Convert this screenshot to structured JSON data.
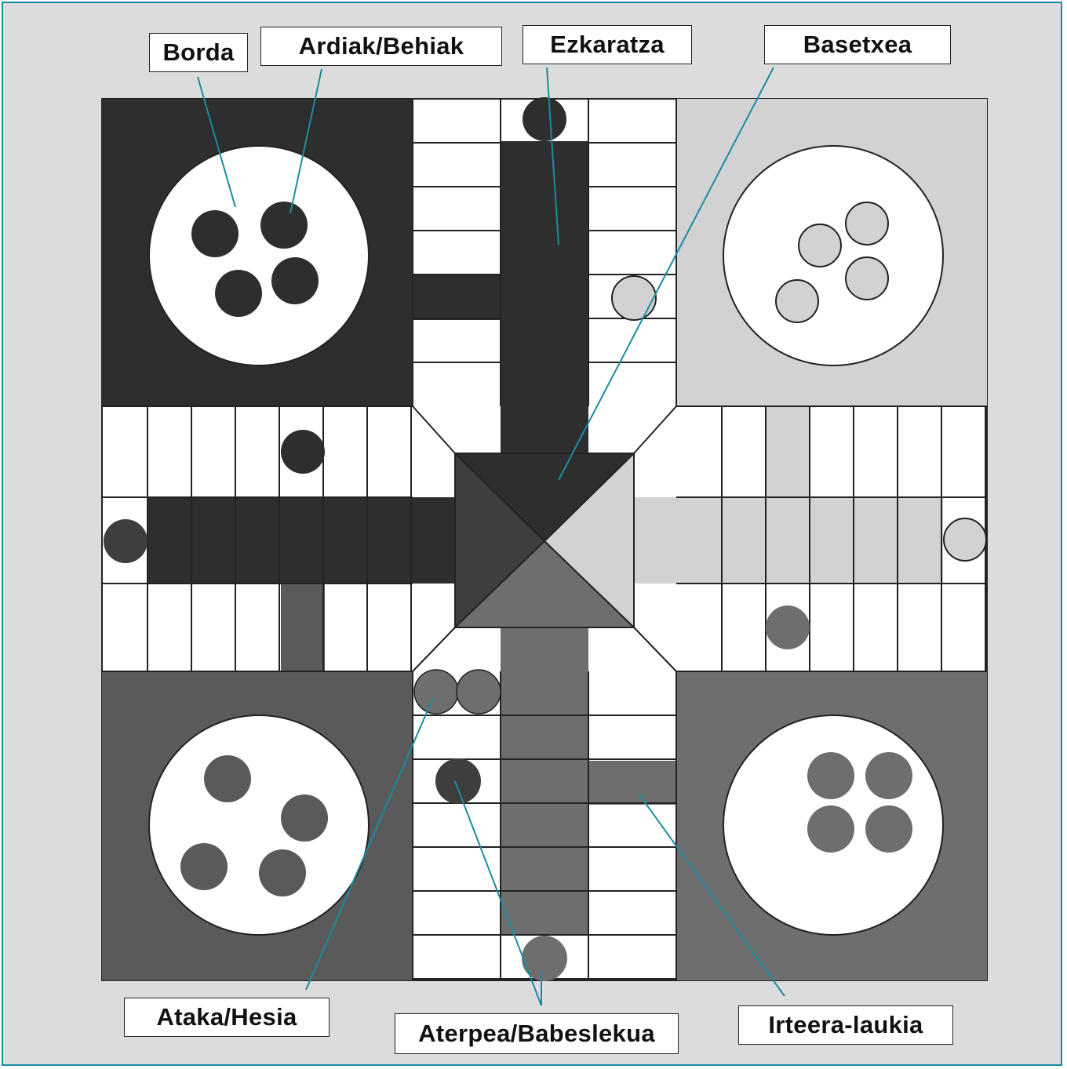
{
  "labels": {
    "borda": "Borda",
    "ardiak": "Ardiak/Behiak",
    "ezkaratza": "Ezkaratza",
    "basetxea": "Basetxea",
    "ataka": "Ataka/Hesia",
    "aterpea": "Aterpea/Babeslekua",
    "irteera": "Irteera-laukia"
  },
  "colors": {
    "frame_bg": "#dcdcdc",
    "frame_border": "#1a8ca0",
    "leader_line": "#1a8ca0",
    "team_dark": "#2e2e2e",
    "team_light": "#d2d2d2",
    "team_mid_dark": "#5a5a5a",
    "team_mid": "#6e6e6e",
    "cell_white": "#ffffff"
  }
}
